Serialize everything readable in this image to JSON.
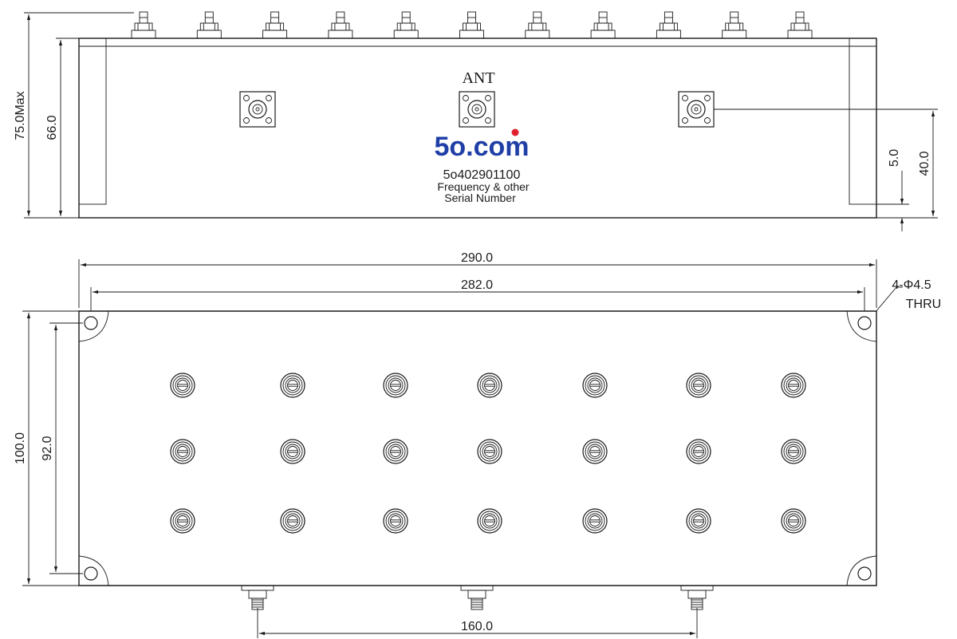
{
  "front_view": {
    "label_ant": "ANT",
    "logo_text": "5o.com",
    "logo_color": "#1f3fa6",
    "logo_dot_color": "#e0202a",
    "part_number": "5o402901100",
    "info_line_1": "Frequency & other",
    "info_line_2": "Serial Number",
    "port_count_top": 11
  },
  "dimensions": {
    "height_max": "75.0Max",
    "height_body": "66.0",
    "right_offset": "5.0",
    "right_height": "40.0",
    "width_total": "290.0",
    "width_holes": "282.0",
    "hole_spec_line_1": "4-Φ4.5",
    "hole_spec_line_2": "THRU",
    "depth_total": "100.0",
    "depth_holes": "92.0",
    "bottom_spacing": "160.0"
  },
  "top_view": {
    "tuner_rows": 3,
    "tuner_columns": 7,
    "bottom_connectors": 3
  }
}
